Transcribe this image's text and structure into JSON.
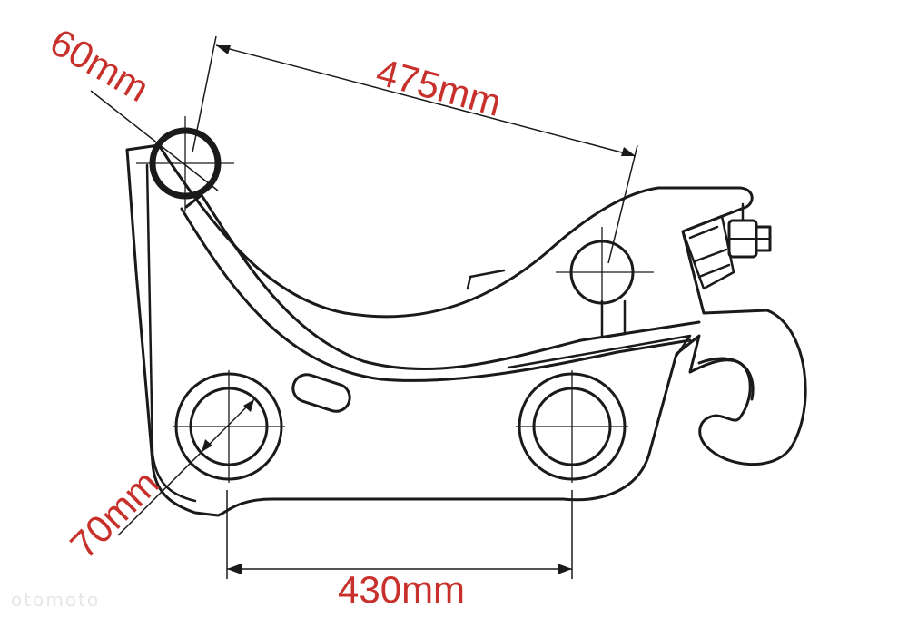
{
  "dimensions": {
    "pin_diameter_top": "60mm",
    "pin_center_distance_diagonal": "475mm",
    "pin_diameter_bottom": "70mm",
    "pin_center_distance_horizontal": "430mm"
  },
  "watermark": "otomoto",
  "colors": {
    "label": "#c8302b",
    "line": "#1a1a1a",
    "background": "#ffffff",
    "watermark": "#e6e6e6"
  }
}
